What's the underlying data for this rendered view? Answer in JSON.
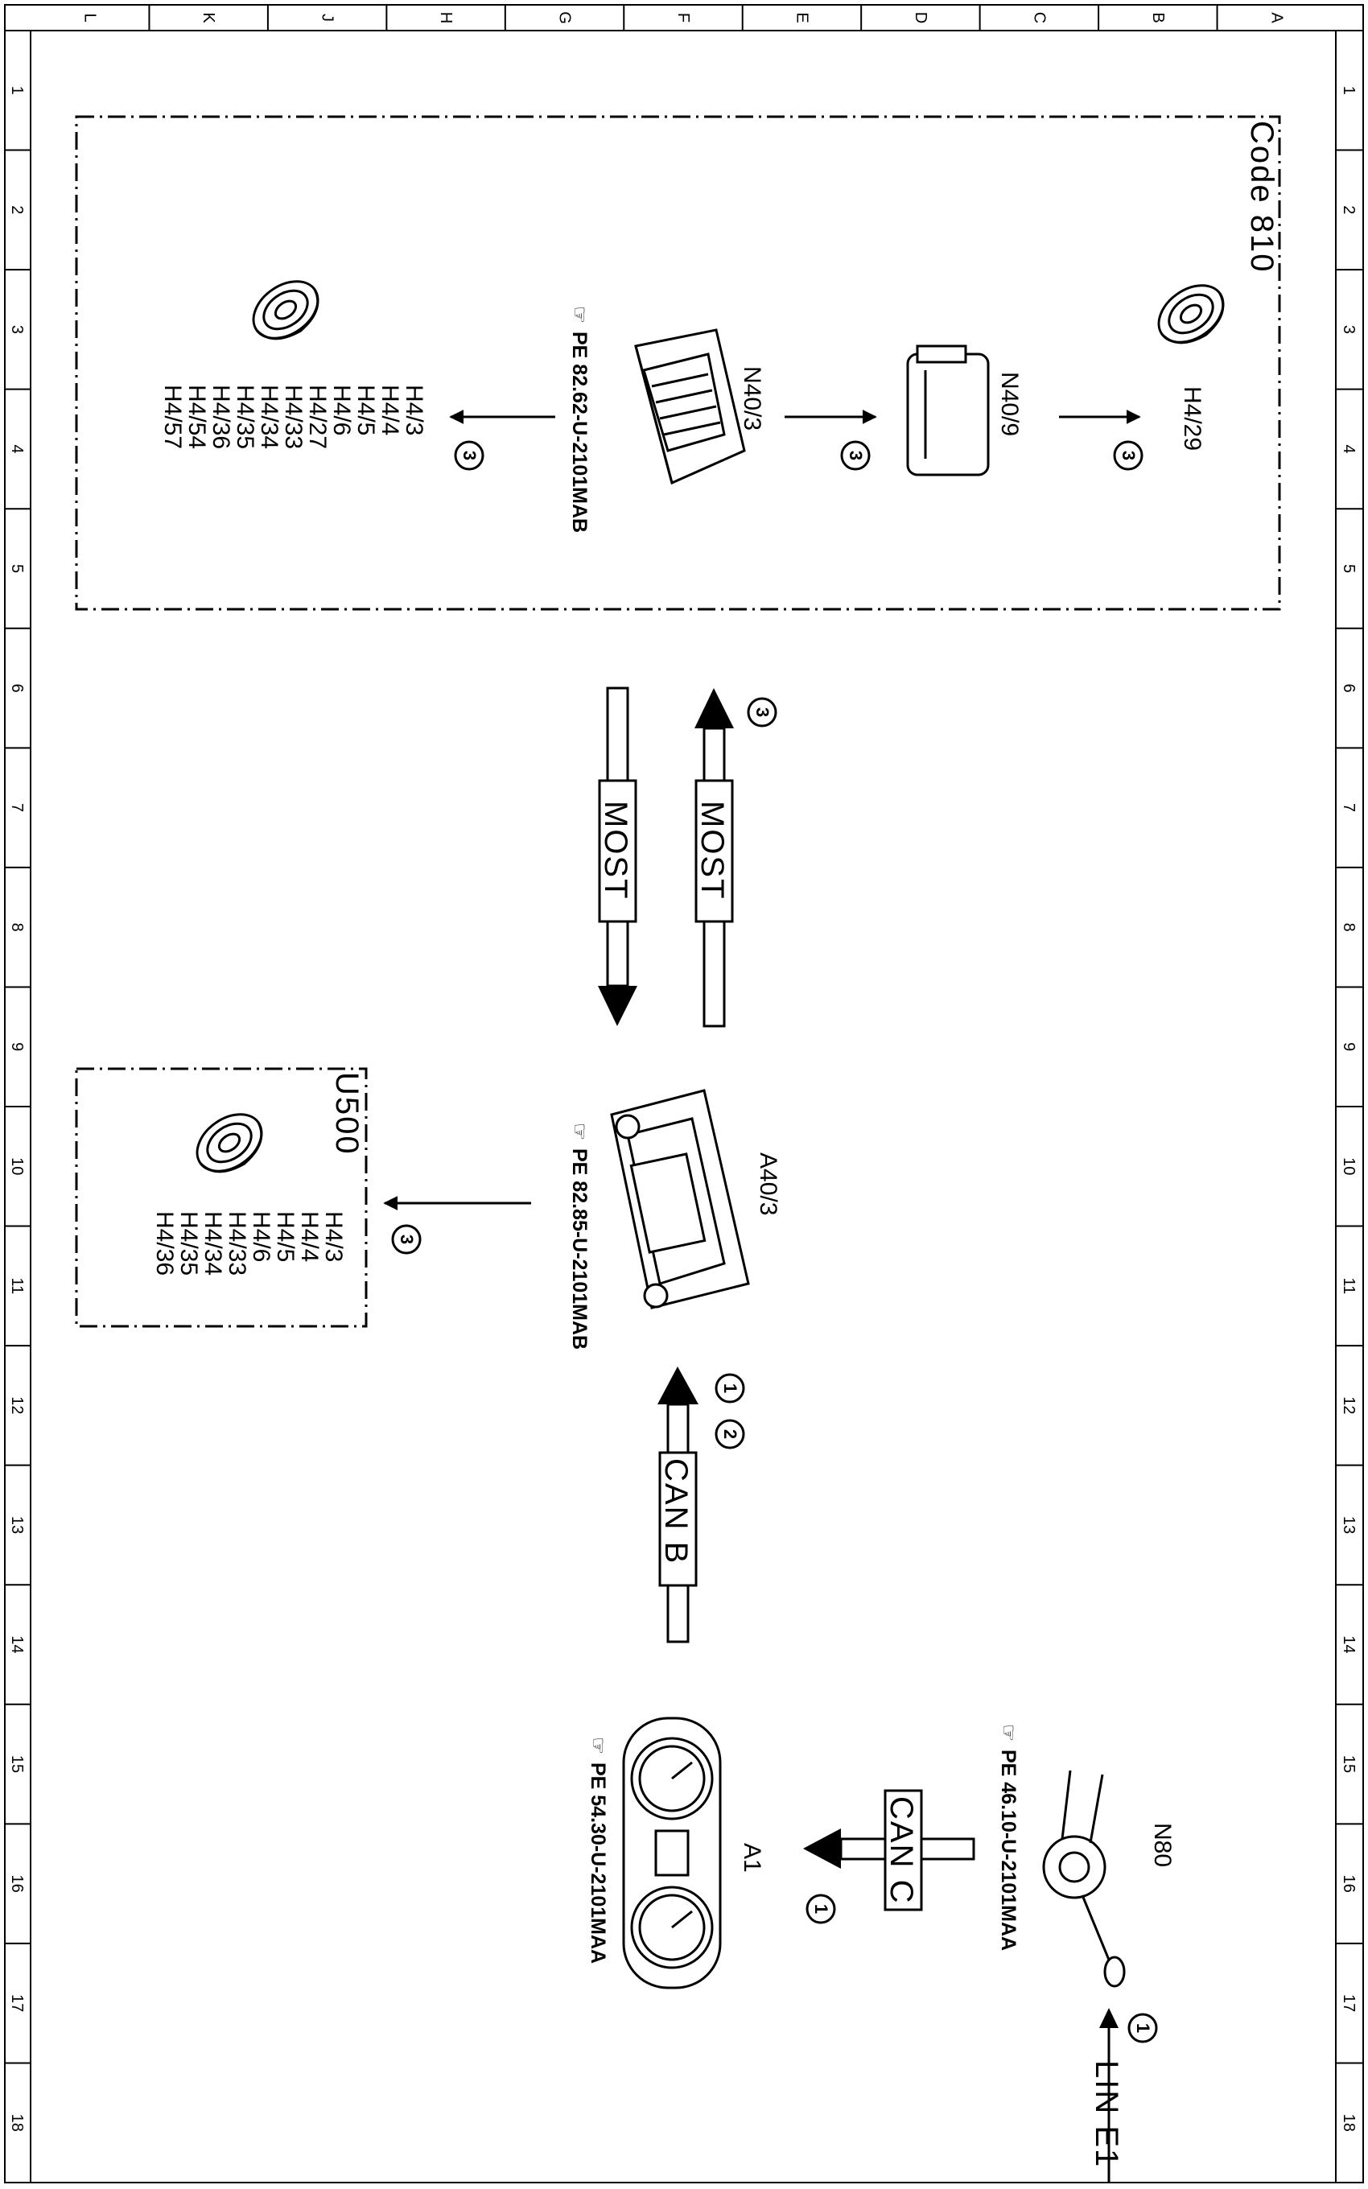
{
  "grid": {
    "letters": [
      "L",
      "K",
      "J",
      "H",
      "G",
      "F",
      "E",
      "D",
      "C",
      "B",
      "A"
    ],
    "numbers": [
      "1",
      "2",
      "3",
      "4",
      "5",
      "6",
      "7",
      "8",
      "9",
      "10",
      "11",
      "12",
      "13",
      "14",
      "15",
      "16",
      "17",
      "18"
    ]
  },
  "code_box": {
    "label": "Code 810"
  },
  "u500_box": {
    "label": "U500"
  },
  "components": {
    "h4_29": {
      "label": "H4/29"
    },
    "n40_9": {
      "label": "N40/9"
    },
    "n40_3": {
      "label": "N40/3",
      "ref": "PE 82.62-U-2101MAB"
    },
    "a40_3": {
      "label": "A40/3",
      "ref": "PE 82.85-U-2101MAB"
    },
    "a1": {
      "label": "A1",
      "ref": "PE 54.30-U-2101MAA"
    },
    "n80": {
      "label": "N80",
      "ref": "PE 46.10-U-2101MAA"
    }
  },
  "speaker_list_top": [
    "H4/3",
    "H4/4",
    "H4/5",
    "H4/6",
    "H4/27",
    "H4/33",
    "H4/34",
    "H4/35",
    "H4/36",
    "H4/54",
    "H4/57"
  ],
  "speaker_list_u500": [
    "H4/3",
    "H4/4",
    "H4/5",
    "H4/6",
    "H4/33",
    "H4/34",
    "H4/35",
    "H4/36"
  ],
  "buses": {
    "most_in": "MOST",
    "most_out": "MOST",
    "can_b": "CAN B",
    "can_c": "CAN C",
    "lin_e1": "LIN E1"
  },
  "markers": {
    "one": "1",
    "two": "2",
    "three": "3"
  }
}
